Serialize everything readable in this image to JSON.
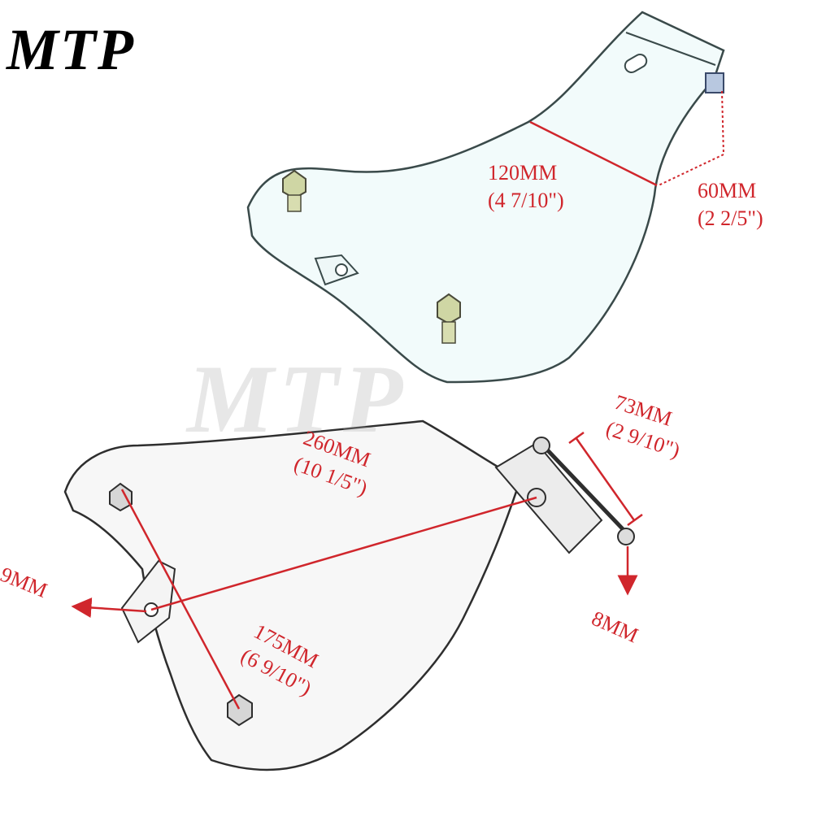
{
  "brand": {
    "logo_text": "MTP",
    "watermark_text": "MTP"
  },
  "colors": {
    "dimension": "#d0262c",
    "plate_outline": "#3a4a4a",
    "plate_fill": "#f2fbfb"
  },
  "dimensions": {
    "top_length": {
      "mm": "120MM",
      "inch": "(4  7/10\")"
    },
    "top_height": {
      "mm": "60MM",
      "inch": "(2  2/5\")"
    },
    "long_diag": {
      "mm": "260MM",
      "inch": "(10  1/5\")"
    },
    "bracket_width": {
      "mm": "73MM",
      "inch": "(2  9/10\")"
    },
    "hole_left": {
      "mm": "9MM"
    },
    "bolt_right": {
      "mm": "8MM"
    },
    "bolt_spacing": {
      "mm": "175MM",
      "inch": "(6  9/10\")"
    }
  }
}
